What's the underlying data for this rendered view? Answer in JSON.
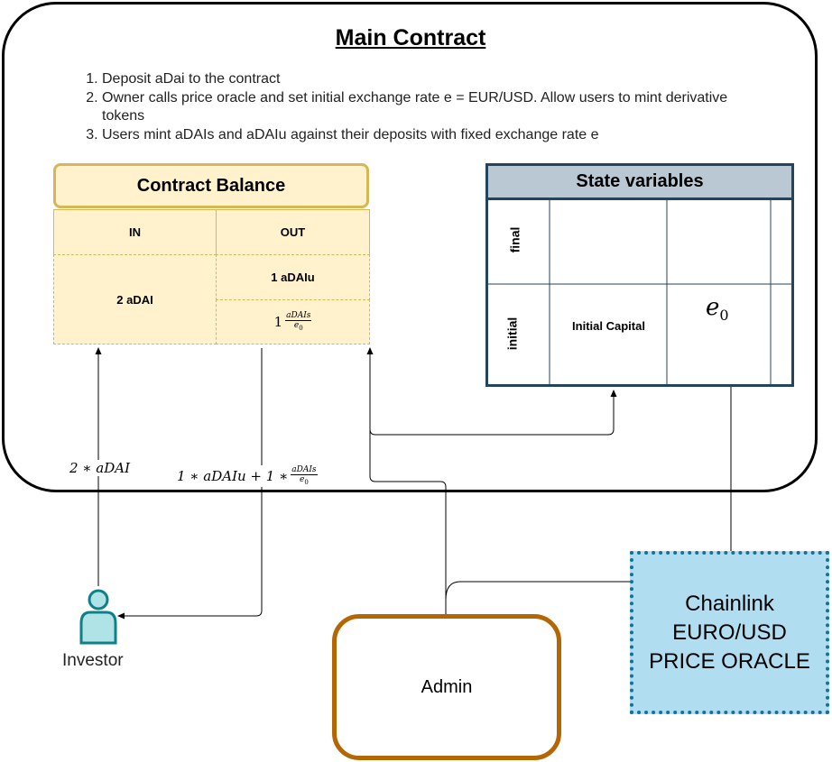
{
  "main_contract": {
    "title": "Main Contract",
    "steps": [
      "Deposit aDai to the contract",
      "Owner calls price oracle and set initial exchange rate e = EUR/USD. Allow users to mint derivative tokens",
      "Users mint aDAIs and aDAIu against their deposits with fixed exchange rate e"
    ]
  },
  "contract_balance": {
    "title": "Contract Balance",
    "col_in": "IN",
    "col_out": "OUT",
    "in_value": "2 aDAI",
    "out_row1": "1 aDAIu",
    "out_row2": {
      "coef": "1",
      "num": "aDAIs",
      "den": "e",
      "den_sub": "0"
    }
  },
  "state_variables": {
    "title": "State variables",
    "row_final": "final",
    "row_initial": "initial",
    "initial_capital": "Initial Capital",
    "e0": {
      "base": "e",
      "sub": "0"
    }
  },
  "edges": {
    "investor_to_contract": "2 ∗ aDAI",
    "contract_to_investor": {
      "prefix": "1 ∗ aDAIu + 1 ∗",
      "num": "aDAIs",
      "den": "e",
      "den_sub": "0"
    }
  },
  "investor": {
    "label": "Investor"
  },
  "admin": {
    "label": "Admin"
  },
  "oracle": {
    "line1": "Chainlink",
    "line2": "EURO/USD",
    "line3": "PRICE ORACLE"
  },
  "colors": {
    "balance_fill": "#fff2cc",
    "balance_stroke": "#d6b656",
    "state_header_fill": "#bac8d3",
    "state_stroke": "#23445d",
    "oracle_fill": "#b1ddf0",
    "oracle_stroke": "#10739e",
    "admin_stroke": "#b46504",
    "investor_fill": "#b0e3e6",
    "investor_stroke": "#0e8088"
  },
  "icons": {
    "investor": "user-icon"
  }
}
